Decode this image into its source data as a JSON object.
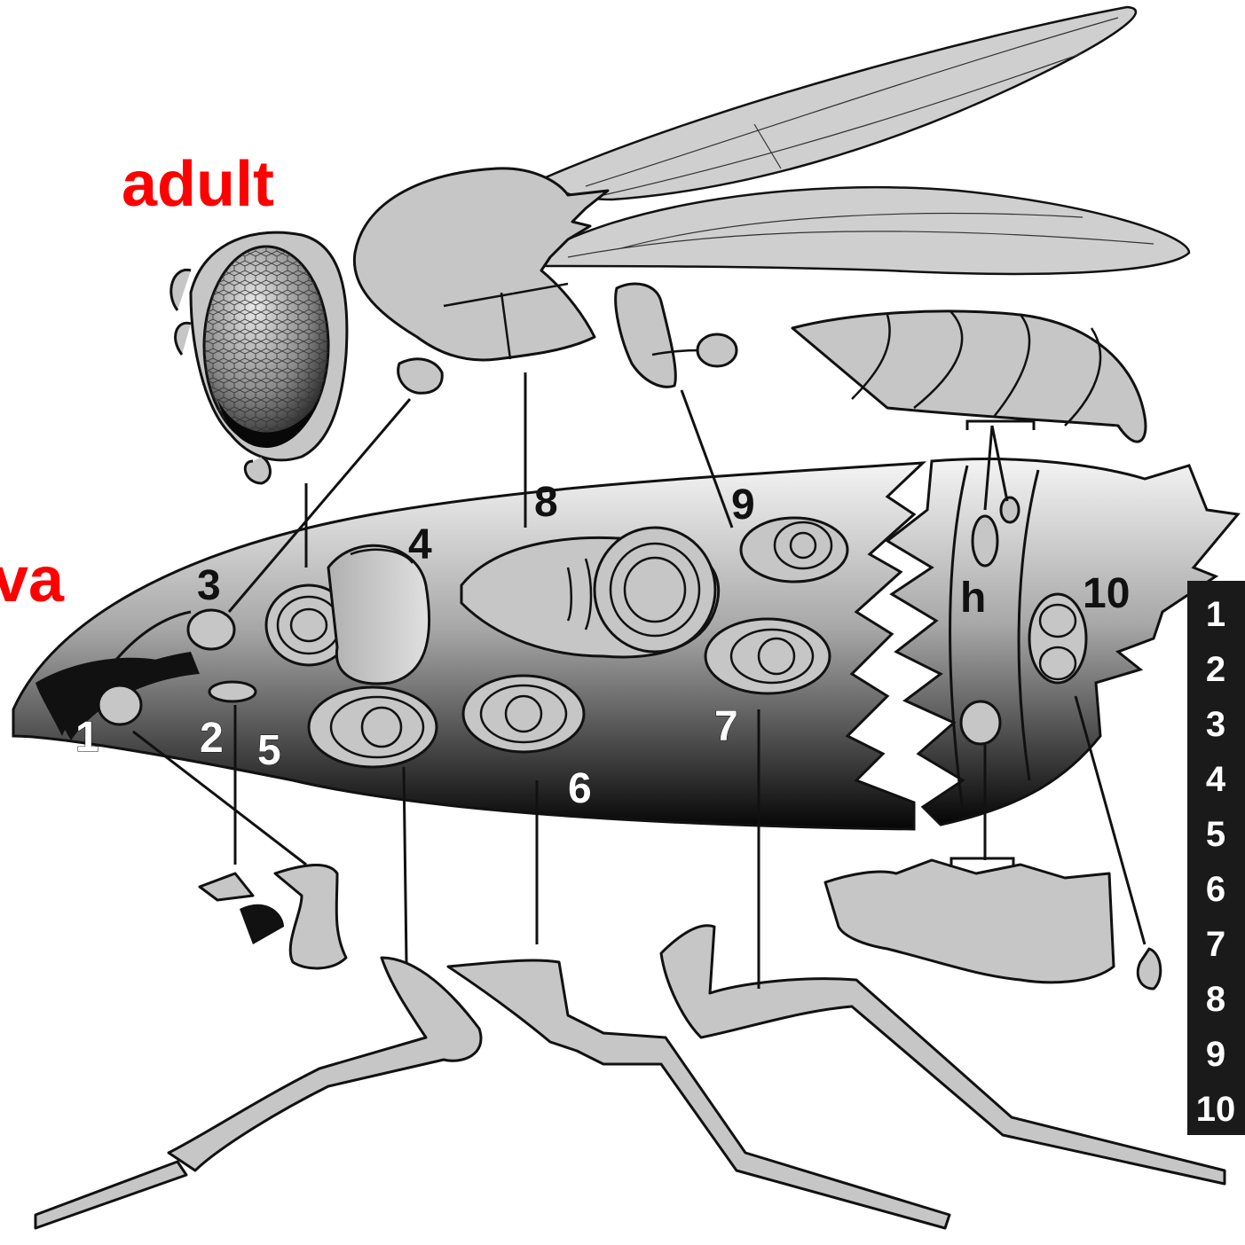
{
  "stage_labels": {
    "adult": "adult",
    "larva_partial": "va"
  },
  "disc_labels": {
    "n1": "1",
    "n2": "2",
    "n3": "3",
    "n4": "4",
    "n5": "5",
    "n6": "6",
    "n7": "7",
    "n8": "8",
    "n9": "9",
    "n10": "10",
    "h": "h"
  },
  "legend": [
    "1",
    "2",
    "3",
    "4",
    "5",
    "6",
    "7",
    "8",
    "9",
    "10"
  ],
  "colors": {
    "stage_label": "#ff0000",
    "legend_bg": "#1a1a1a",
    "adult_parts": "#c6c6c6"
  }
}
